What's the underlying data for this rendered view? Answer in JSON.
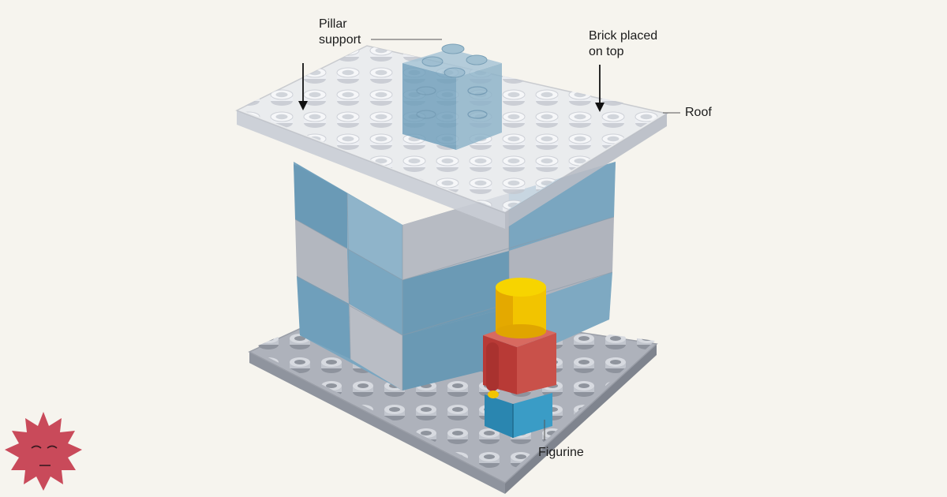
{
  "labels": {
    "pillar_support": [
      "Pillar",
      "support"
    ],
    "brick_placed": [
      "Brick placed",
      "on top"
    ],
    "roof": "Roof",
    "figurine": "Figurine"
  },
  "colors": {
    "background": "#f6f4ee",
    "blue_brick": "#6f9fbb",
    "gray_brick": "#b8bcc4",
    "base_plate": "#aeb2bb",
    "roof_plate": "#e6e9ef",
    "figure_head": "#f2c400",
    "figure_torso": "#c3413c",
    "figure_legs": "#2f8fb8",
    "logo": "#c94a5a"
  },
  "icons": [
    "down-arrow-icon",
    "spiky-logo-icon"
  ]
}
